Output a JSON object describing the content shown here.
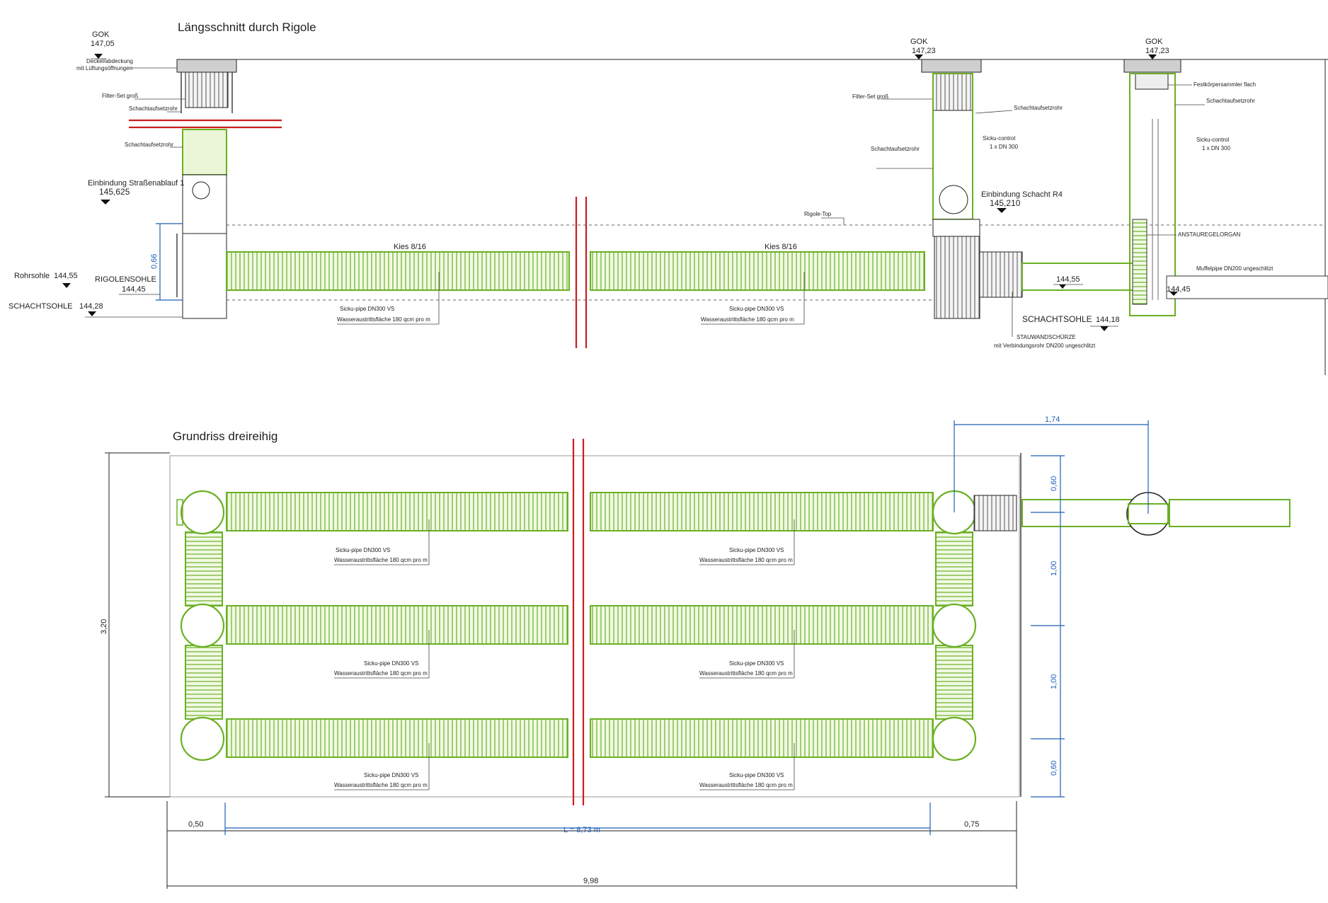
{
  "section": {
    "title": "Längsschnitt durch Rigole",
    "left_gok_label": "GOK",
    "left_gok_value": "147,05",
    "left_cover_1": "Deckel/abdeckung",
    "left_cover_2": "mit Lüftungsöffnungen",
    "left_filter": "Filter-Set groß",
    "left_riser_1": "Schachtaufsetzrohr",
    "left_riser_2": "Schachtaufsetzrohr",
    "inlet_label": "Einbindung Straßenablauf 1",
    "inlet_value": "145,625",
    "dim_066": "0,66",
    "rohrsohle_label": "Rohrsohle",
    "rohrsohle_value": "144,55",
    "rigolensohle_label": "RIGOLENSOHLE",
    "rigolensohle_value": "144,45",
    "schachtsohle_left_label": "SCHACHTSOHLE",
    "schachtsohle_left_value": "144,28",
    "gravel_left": "Kies 8/16",
    "gravel_right": "Kies 8/16",
    "pipe_left_1": "Sicku-pipe DN300 VS",
    "pipe_left_2": "Wasseraustrittsfläche 180 qcm pro m",
    "pipe_right_1": "Sicku-pipe DN300 VS",
    "pipe_right_2": "Wasseraustrittsfläche 180 qcm pro m",
    "rigole_top": "Rigole-Top",
    "mid_gok_label": "GOK",
    "mid_gok_value": "147,23",
    "mid_filter": "Filter-Set groß",
    "mid_riser_1": "Schachtaufsetzrohr",
    "mid_riser_2": "Schachtaufsetzrohr",
    "mid_control_1": "Sicku-control",
    "mid_control_2": "1 x DN 300",
    "mid_inlet_label": "Einbindung Schacht R4",
    "mid_inlet_value": "145,210",
    "connector_value": "144,55",
    "schachtsohle_right_label": "SCHACHTSOHLE",
    "schachtsohle_right_value": "144,18",
    "stauwand_1": "STAUWANDSCHÜRZE",
    "stauwand_2": "mit Verbindungsrohr DN200 ungeschlitzt",
    "right_gok_label": "GOK",
    "right_gok_value": "147,23",
    "right_collector": "Festkörpersammler flach",
    "right_riser": "Schachtaufsetzrohr",
    "right_control_1": "Sicku-control",
    "right_control_2": "1 x DN 300",
    "right_organ": "ANSTAUREGELORGAN",
    "right_outlet": "Muffelpipe DN200 ungeschlitzt",
    "right_outlet_value": "144,45"
  },
  "plan": {
    "title": "Grundriss dreireihig",
    "dim_top": "1,74",
    "dim_060_top": "0,60",
    "dim_100_a": "1,00",
    "dim_100_b": "1,00",
    "dim_060_bottom": "0,60",
    "dim_height": "3,20",
    "dim_left": "0,50",
    "dim_length": "L = 8,73 m",
    "dim_right": "0,75",
    "dim_total": "9,98",
    "pipe_label_1": "Sicku-pipe DN300 VS",
    "pipe_label_2": "Wasseraustrittsfläche 180 qcm pro m"
  }
}
